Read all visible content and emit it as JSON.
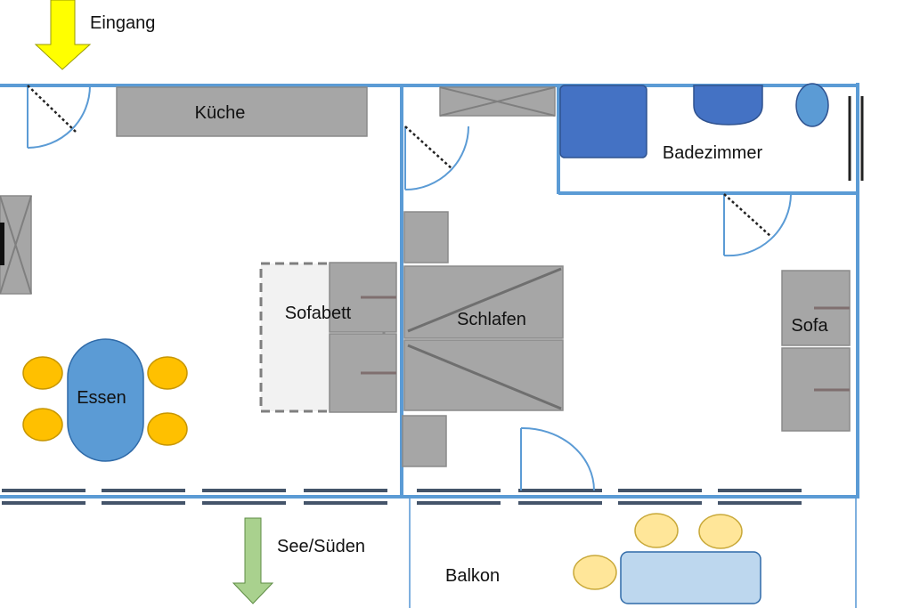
{
  "labels": {
    "entrance": "Eingang",
    "kitchen": "Küche",
    "bathroom": "Badezimmer",
    "sofabed": "Sofabett",
    "sleeping": "Schlafen",
    "sofa": "Sofa",
    "dining": "Essen",
    "lake_south": "See/Süden",
    "balcony": "Balkon"
  },
  "colors": {
    "wall": "#5b9bd5",
    "furniture": "#a6a6a6",
    "furniture_stroke": "#8a8a8a",
    "entrance_arrow": "#ffff00",
    "south_arrow": "#a9d18e",
    "table": "#5b9bd5",
    "chair": "#ffc000",
    "bath_fixture": "#4472c4",
    "balcony_table": "#bdd7ee",
    "balcony_chair": "#ffe699"
  }
}
